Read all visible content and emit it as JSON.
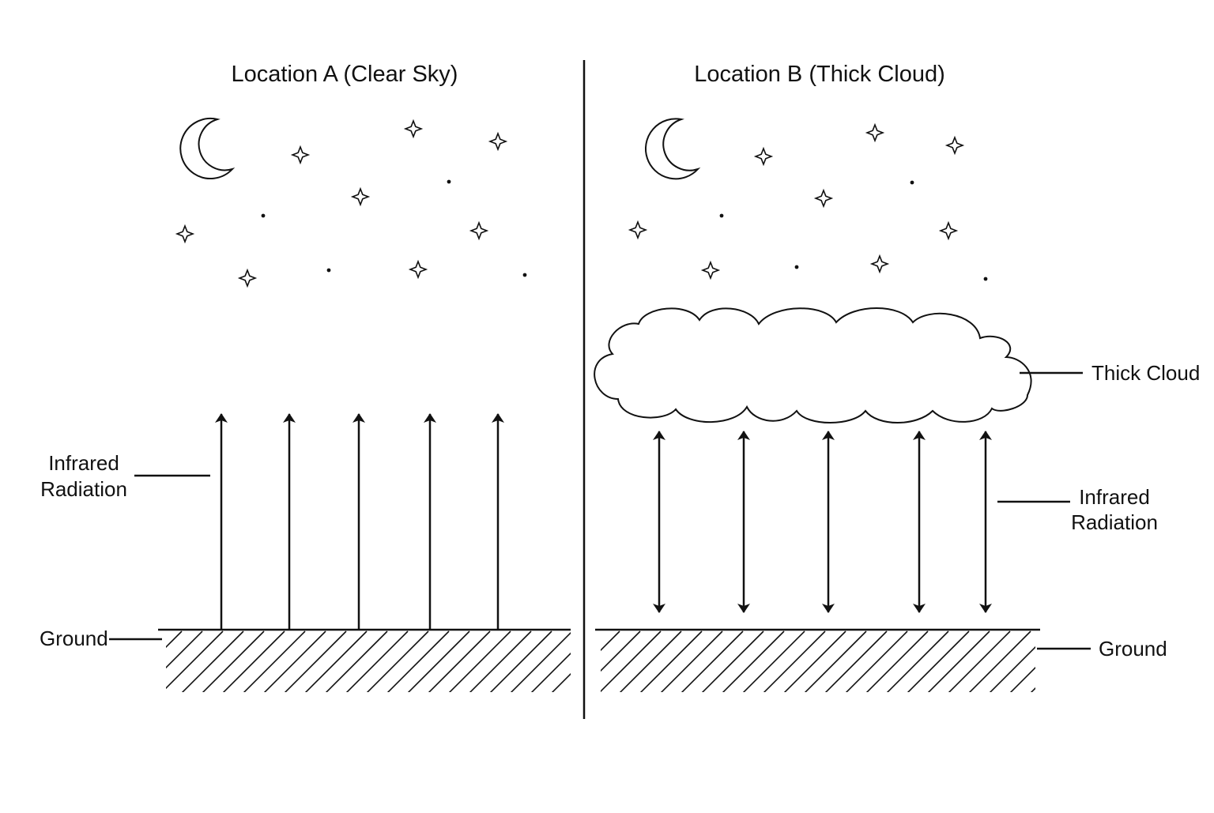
{
  "panels": {
    "a": {
      "title": "Location A (Clear Sky)",
      "radiation_label_line1": "Infrared",
      "radiation_label_line2": "Radiation",
      "ground_label": "Ground"
    },
    "b": {
      "title": "Location B (Thick Cloud)",
      "cloud_label": "Thick Cloud",
      "radiation_label_line1": "Infrared",
      "radiation_label_line2": "Radiation",
      "ground_label": "Ground"
    }
  },
  "icons": {
    "moon": "crescent-moon-icon",
    "star": "four-point-star-icon",
    "cloud": "cloud-icon"
  },
  "colors": {
    "ink": "#111111",
    "background": "#ffffff"
  }
}
